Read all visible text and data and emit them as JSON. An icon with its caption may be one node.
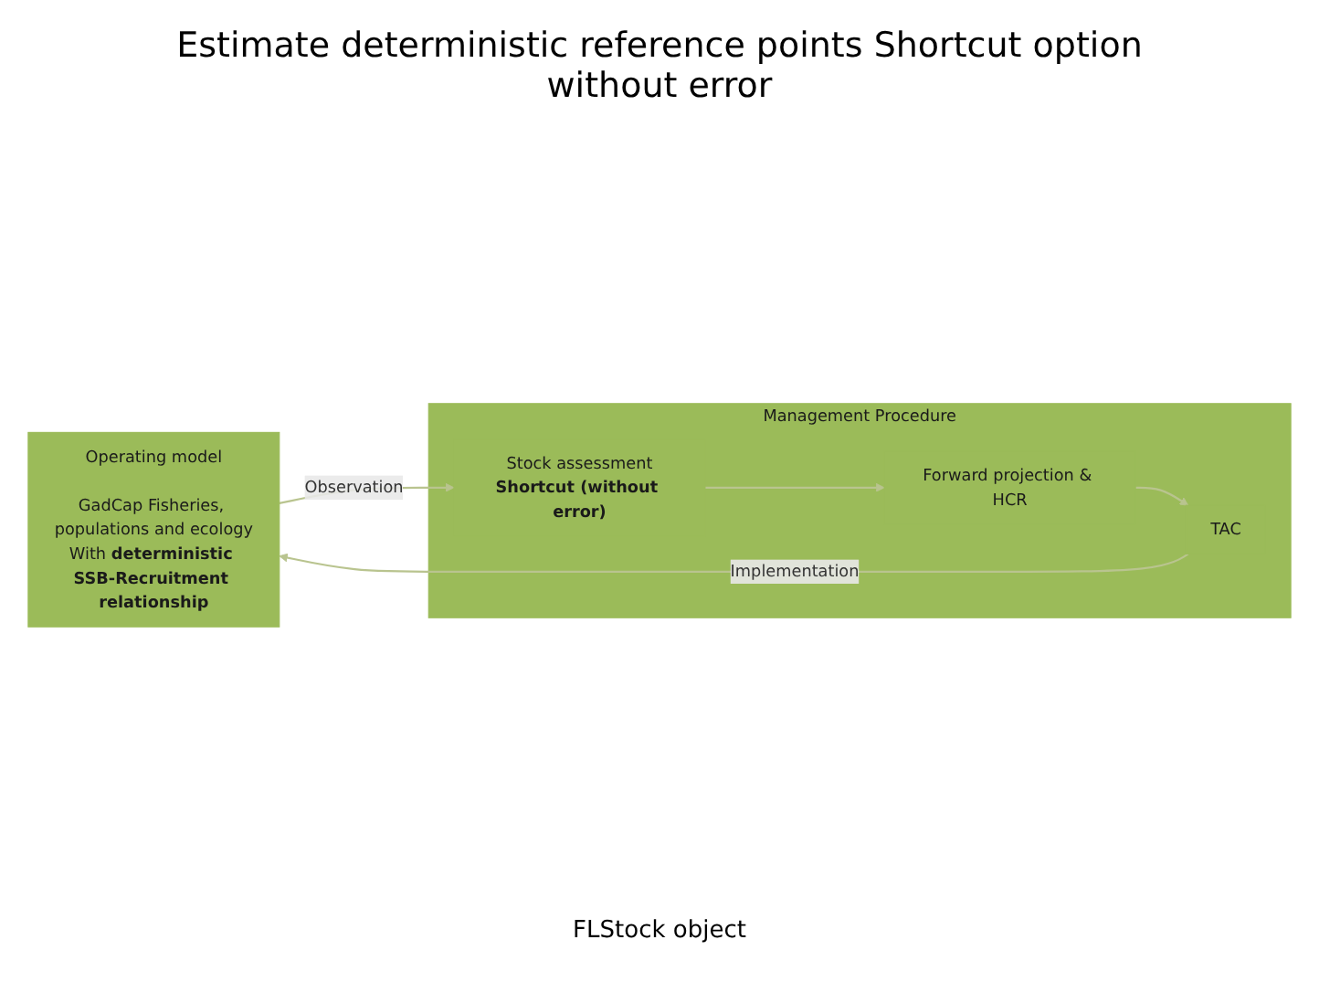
{
  "diagram": {
    "title": "Estimate deterministic reference points Shortcut option without error",
    "nodes": [
      {
        "text": [
          "Operating model",
          "GadCap Fisheries, populations and ecology",
          "With **deterministic SSB-Recruitment relationship**"
        ]
      },
      {
        "text": [
          "Management Procedure"
        ]
      },
      {
        "text": [
          "TAC"
        ],
        "in": 1
      },
      {
        "text": [
          "Forward projection & HCR"
        ],
        "in": 1
      },
      {
        "text": [
          "Stock assessment",
          "Shortcut (without error)"
        ],
        "in": 1
      }
    ],
    "edges": [
      {
        "from": 2,
        "to": 0,
        "arrow": "to",
        "label": "Implementation"
      },
      {
        "from": 0,
        "to": 4,
        "arrow": "to",
        "label": "Observation"
      },
      {
        "from": 4,
        "to": 3,
        "arrow": "to"
      },
      {
        "from": 3,
        "to": 2,
        "arrow": "to"
      }
    ],
    "labels": [
      "FLStock object"
    ]
  }
}
